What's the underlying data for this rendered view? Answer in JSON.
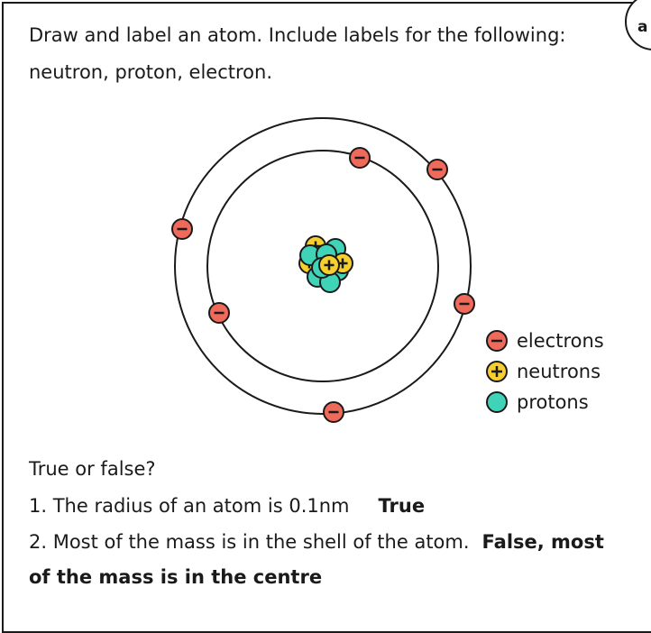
{
  "badge": "a",
  "prompt": {
    "line1": "Draw and label an atom. Include labels for the following:",
    "line2": "neutron, proton, electron."
  },
  "legend": [
    {
      "symbol": "−",
      "label": "electrons",
      "color": "#ef6a5a"
    },
    {
      "symbol": "+",
      "label": "neutrons",
      "color": "#f7cf2e"
    },
    {
      "symbol": "",
      "label": "protons",
      "color": "#3fd3b8"
    }
  ],
  "questions": {
    "heading": "True or false?",
    "q1": "1. The radius of an atom is 0.1nm",
    "q1_answer": "True",
    "q2": "2. Most of the mass is in the shell of the atom.",
    "q2_answer_part1": "False, most",
    "q2_answer_part2": "of the mass is in the centre"
  },
  "colors": {
    "electron": "#ef6a5a",
    "neutron": "#f7cf2e",
    "proton": "#3fd3b8",
    "outline": "#1a1a1a"
  },
  "electron_symbol": "−",
  "neutron_symbol": "+"
}
